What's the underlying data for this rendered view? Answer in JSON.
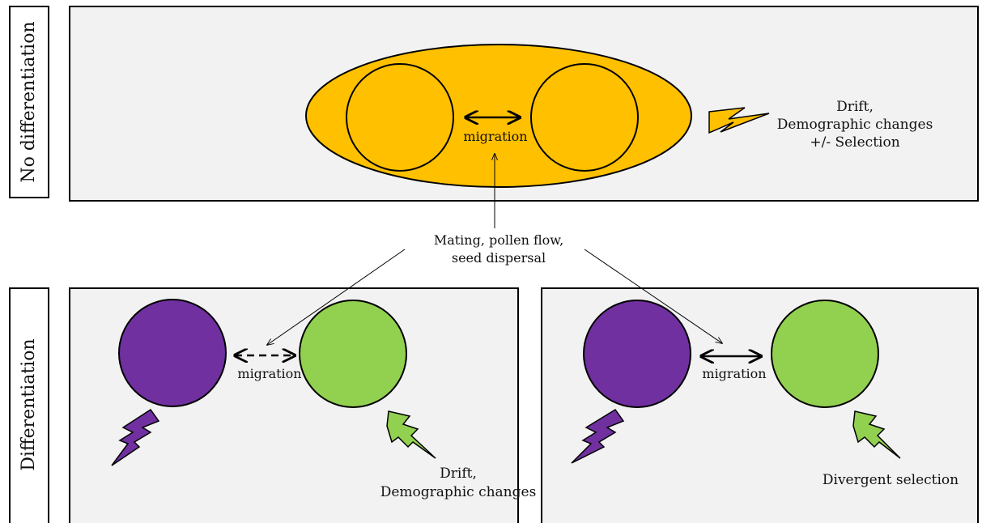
{
  "side_labels": {
    "top": "No differentiation",
    "bottom": "Differentiation"
  },
  "top_panel": {
    "migration_label": "migration",
    "forces": [
      "Drift,",
      "Demographic changes",
      "+/- Selection"
    ]
  },
  "center_note": [
    "Mating, pollen flow,",
    "seed dispersal"
  ],
  "bottom_left": {
    "migration_label": "migration",
    "forces": [
      "Drift,",
      "Demographic changes"
    ]
  },
  "bottom_right": {
    "migration_label": "migration",
    "forces": [
      "Divergent selection"
    ]
  },
  "colors": {
    "panel_bg": "#f2f2f2",
    "orange": "#ffc000",
    "purple": "#7030a0",
    "green": "#92d050",
    "stroke": "#000000"
  }
}
